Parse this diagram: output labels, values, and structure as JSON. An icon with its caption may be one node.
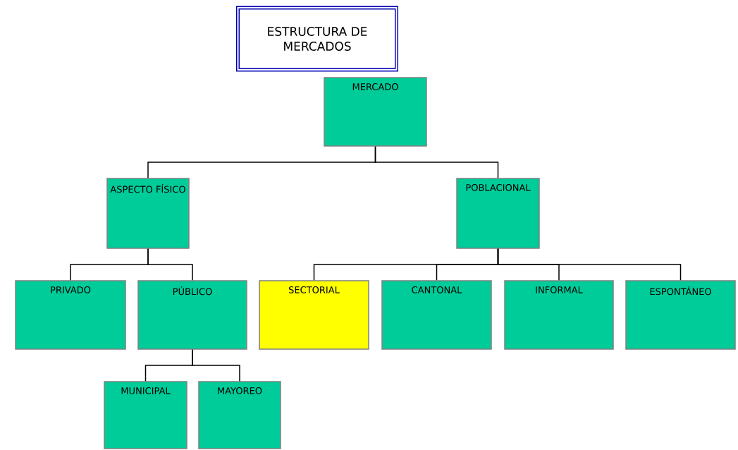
{
  "diagram": {
    "title": "ESTRUCTURA DE MERCADOS",
    "nodes": [
      {
        "text": [
          "MERCADO"
        ]
      },
      {
        "text": [
          "ASPECTO FÍSICO"
        ]
      },
      {
        "text": [
          "POBLACIONAL"
        ]
      },
      {
        "text": [
          "PRIVADO"
        ]
      },
      {
        "text": [
          "PÚBLICO"
        ]
      },
      {
        "text": [
          "SECTORIAL"
        ]
      },
      {
        "text": [
          "CANTONAL"
        ]
      },
      {
        "text": [
          "INFORMAL"
        ]
      },
      {
        "text": [
          "ESPONTÁNEO"
        ]
      },
      {
        "text": [
          "MUNICIPAL"
        ]
      },
      {
        "text": [
          "MAYOREO"
        ]
      }
    ],
    "edges": [
      {
        "from": 0,
        "to": 1,
        "arrow": "none"
      },
      {
        "from": 0,
        "to": 2,
        "arrow": "none"
      },
      {
        "from": 1,
        "to": 3,
        "arrow": "none"
      },
      {
        "from": 1,
        "to": 4,
        "arrow": "none"
      },
      {
        "from": 2,
        "to": 5,
        "arrow": "none"
      },
      {
        "from": 2,
        "to": 6,
        "arrow": "none"
      },
      {
        "from": 2,
        "to": 7,
        "arrow": "none"
      },
      {
        "from": 2,
        "to": 8,
        "arrow": "none"
      },
      {
        "from": 4,
        "to": 9,
        "arrow": "none"
      },
      {
        "from": 4,
        "to": 10,
        "arrow": "none"
      }
    ]
  }
}
